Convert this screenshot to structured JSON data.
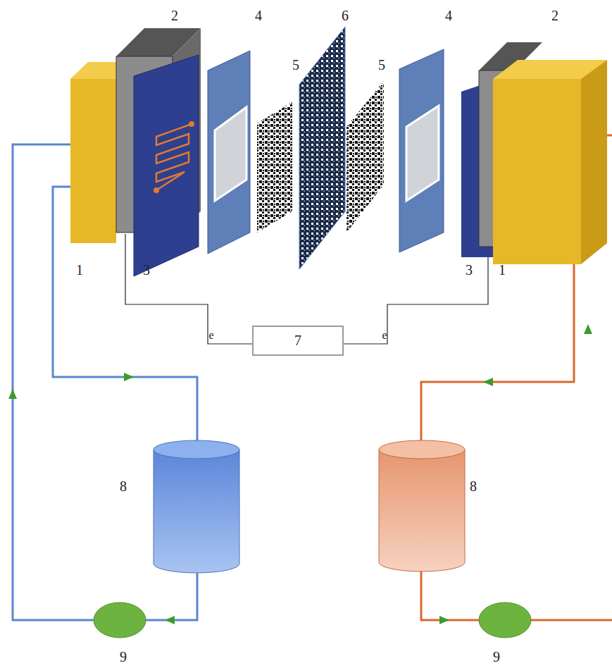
{
  "diagram": {
    "nodes": [
      {
        "text": [
          "7"
        ]
      }
    ],
    "labels": [
      "2",
      "4",
      "6",
      "4",
      "2",
      "5",
      "5",
      "1",
      "3",
      "3",
      "1",
      "e",
      "e",
      "8",
      "8",
      "9",
      "9"
    ]
  }
}
